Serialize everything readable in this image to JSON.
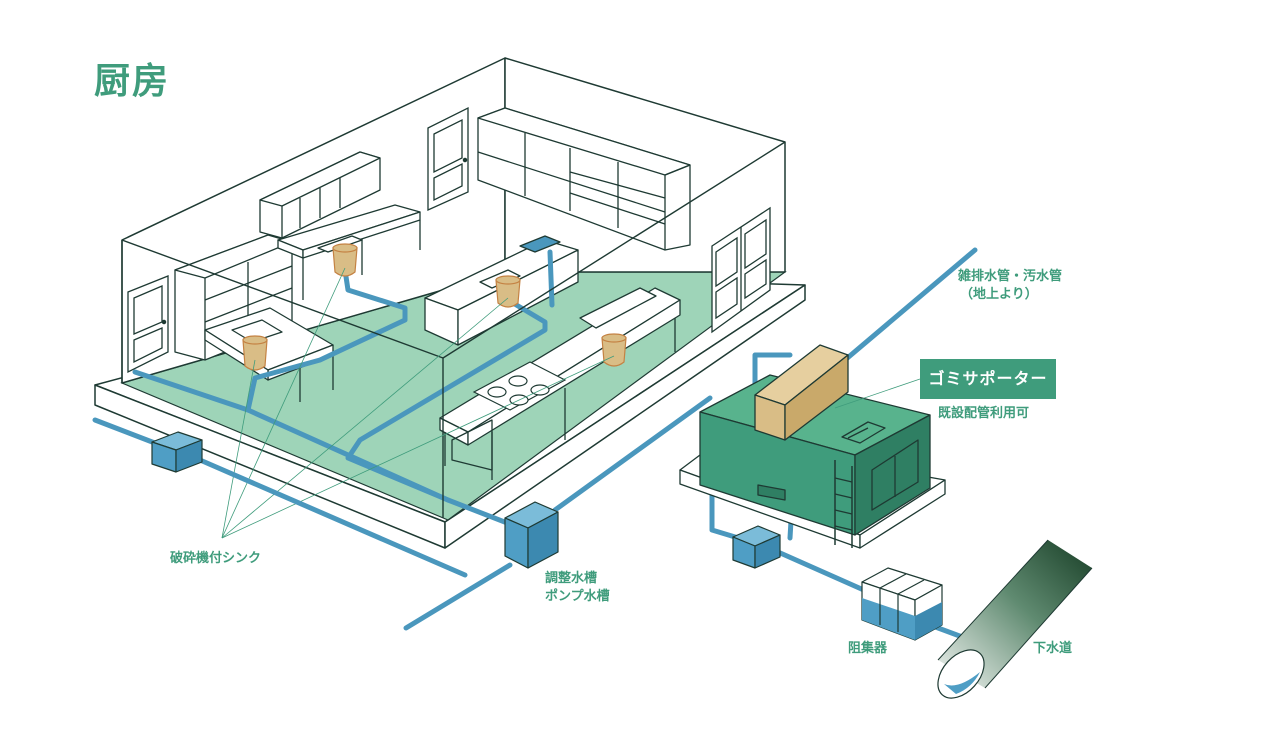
{
  "title": "厨房",
  "labels": {
    "drain_pipe_line1": "雑排水管・汚水管",
    "drain_pipe_line2": "（地上より）",
    "product": "ゴミサポーター",
    "existing_pipe": "既設配管利用可",
    "disposer_sink": "破砕機付シンク",
    "tank_line1": "調整水槽",
    "tank_line2": "ポンプ水槽",
    "interceptor": "阻集器",
    "sewer": "下水道"
  },
  "colors": {
    "accent": "#3f9c7c",
    "floor": "#9ed4b8",
    "pipe": "#4a97bd",
    "pipe_box": "#4f9ec5",
    "tank": "#3f9c7c",
    "crusher": "#d9bd86",
    "outline": "#1e3a33"
  }
}
